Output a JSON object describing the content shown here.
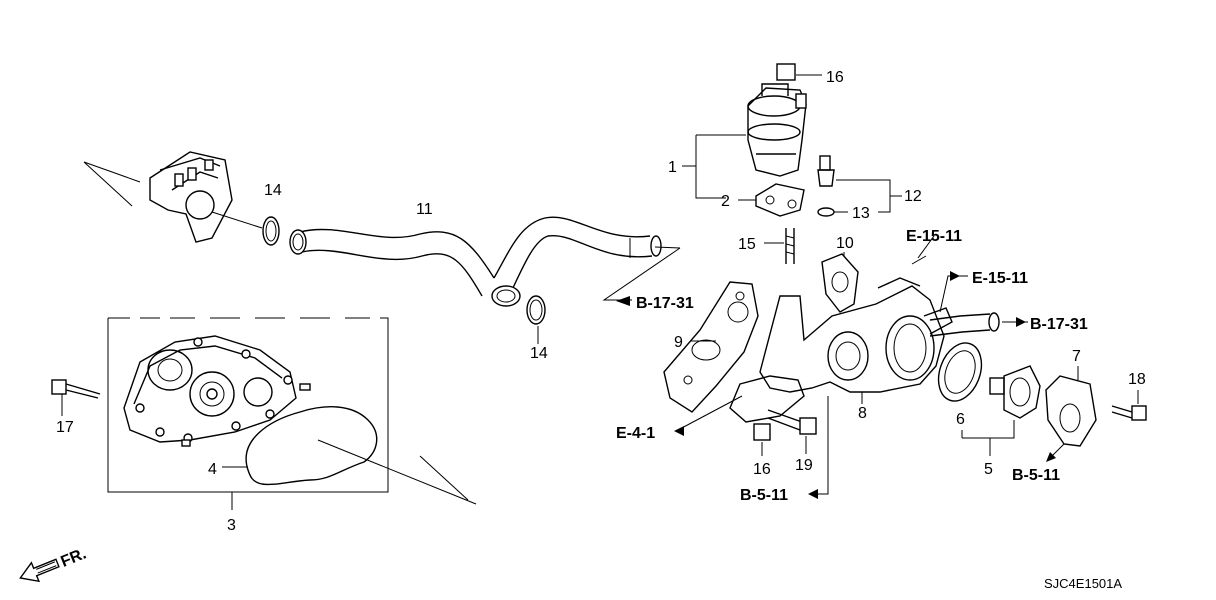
{
  "callouts": {
    "c1": "1",
    "c2": "2",
    "c3": "3",
    "c4": "4",
    "c5": "5",
    "c6": "6",
    "c7": "7",
    "c8": "8",
    "c9": "9",
    "c10": "10",
    "c11": "11",
    "c12": "12",
    "c13": "13",
    "c14a": "14",
    "c14b": "14",
    "c15": "15",
    "c16a": "16",
    "c16b": "16",
    "c17": "17",
    "c18": "18",
    "c19": "19"
  },
  "refs": {
    "e15_11_a": "E-15-11",
    "e15_11_b": "E-15-11",
    "b17_31_a": "B-17-31",
    "b17_31_b": "B-17-31",
    "e4_1": "E-4-1",
    "b5_11_a": "B-5-11",
    "b5_11_b": "B-5-11"
  },
  "front_marker": "FR.",
  "diagram_code": "SJC4E1501A"
}
